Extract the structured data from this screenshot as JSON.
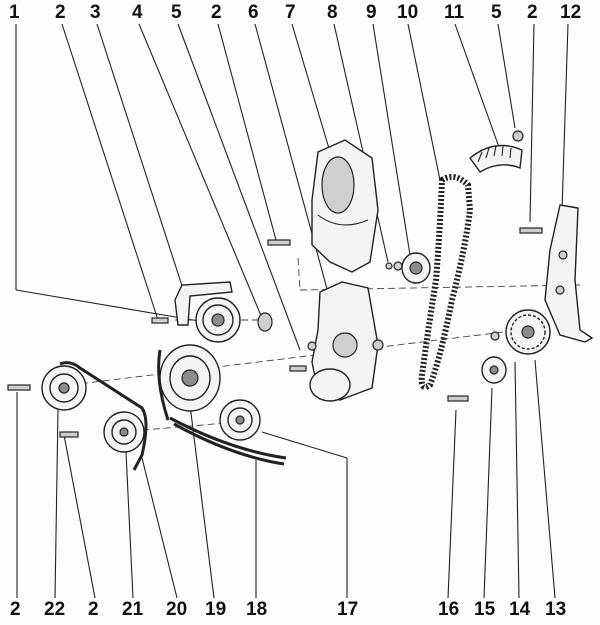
{
  "diagram": {
    "callouts_top": [
      "1",
      "2",
      "3",
      "4",
      "5",
      "2",
      "6",
      "7",
      "8",
      "9",
      "10",
      "11",
      "5",
      "2",
      "12"
    ],
    "callouts_bottom": [
      "2",
      "22",
      "2",
      "21",
      "20",
      "19",
      "18",
      "17",
      "16",
      "15",
      "14",
      "13"
    ]
  }
}
